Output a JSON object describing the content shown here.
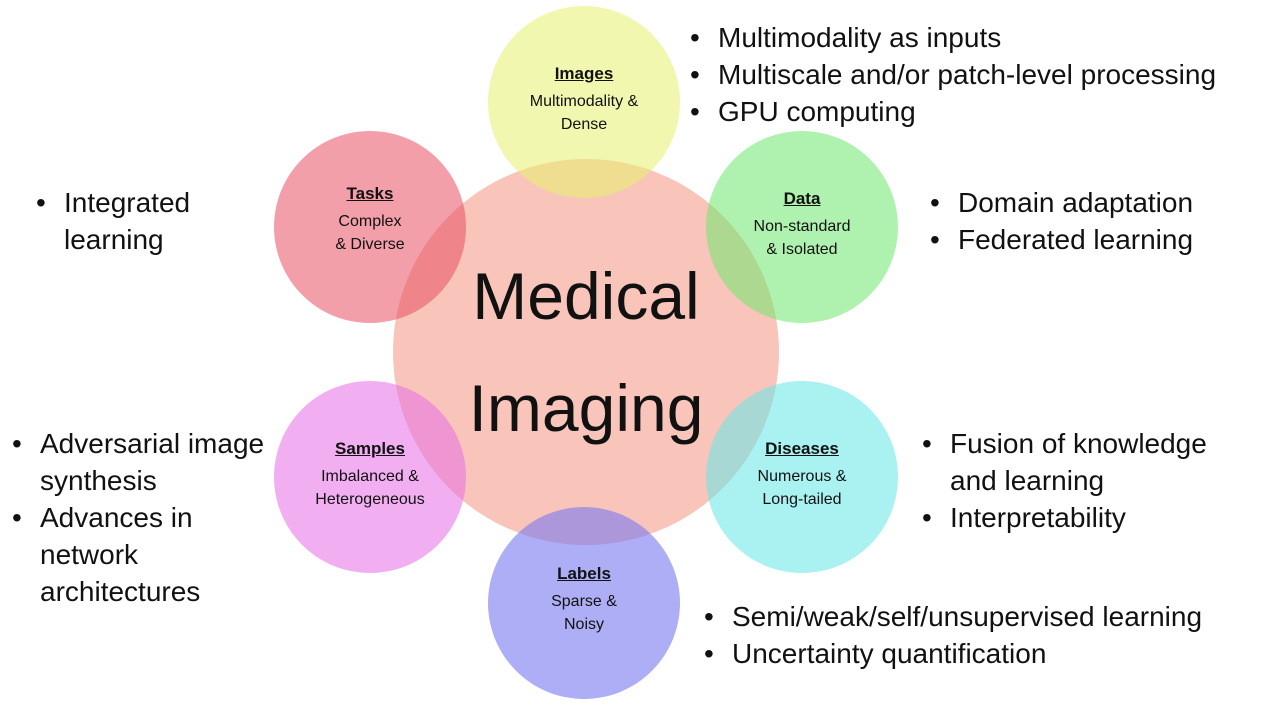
{
  "center": {
    "line1": "Medical",
    "line2": "Imaging"
  },
  "nodes": {
    "images": {
      "title": "Images",
      "line1": "Multimodality &",
      "line2": "Dense"
    },
    "data": {
      "title": "Data",
      "line1": "Non-standard",
      "line2": "& Isolated"
    },
    "diseases": {
      "title": "Diseases",
      "line1": "Numerous &",
      "line2": "Long-tailed"
    },
    "labels": {
      "title": "Labels",
      "line1": "Sparse &",
      "line2": "Noisy"
    },
    "samples": {
      "title": "Samples",
      "line1": "Imbalanced &",
      "line2": "Heterogeneous"
    },
    "tasks": {
      "title": "Tasks",
      "line1": "Complex",
      "line2": "& Diverse"
    }
  },
  "bullets": {
    "images": [
      "Multimodality as inputs",
      "Multiscale and/or patch-level processing",
      "GPU computing"
    ],
    "data": [
      "Domain adaptation",
      "Federated learning"
    ],
    "diseases": [
      "Fusion of knowledge and learning",
      "Interpretability"
    ],
    "labels": [
      "Semi/weak/self/unsupervised learning",
      "Uncertainty quantification"
    ],
    "samples": [
      "Adversarial image synthesis",
      "Advances in network architectures"
    ],
    "tasks": [
      "Integrated learning"
    ]
  },
  "colors": {
    "center": "#f49682",
    "images": "#e8f06e",
    "data": "#6ee86e",
    "diseases": "#64e8e8",
    "labels": "#7878f0",
    "samples": "#e66ee6",
    "tasks": "#e85064"
  }
}
